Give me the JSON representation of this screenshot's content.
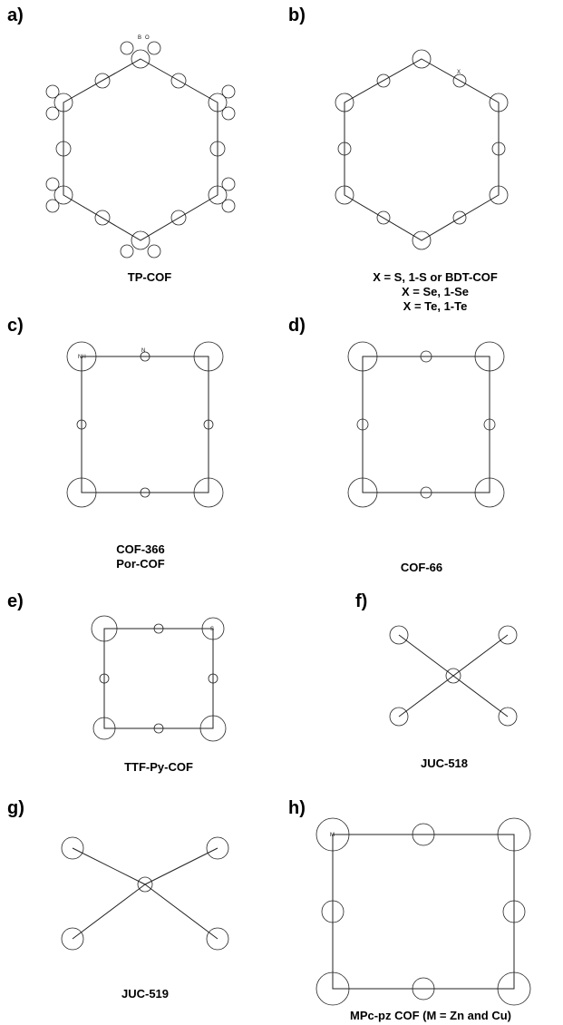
{
  "panels": [
    {
      "label": "a)",
      "caption": [
        "TP-COF"
      ]
    },
    {
      "label": "b)",
      "caption": [
        "X = S, 1-S or BDT-COF",
        "X = Se, 1-Se",
        "X = Te, 1-Te"
      ]
    },
    {
      "label": "c)",
      "caption": [
        "COF-366",
        "Por-COF"
      ]
    },
    {
      "label": "d)",
      "caption": [
        "COF-66"
      ]
    },
    {
      "label": "e)",
      "caption": [
        "TTF-Py-COF"
      ]
    },
    {
      "label": "f)",
      "caption": [
        "JUC-518"
      ]
    },
    {
      "label": "g)",
      "caption": [
        "JUC-519"
      ]
    },
    {
      "label": "h)",
      "caption": [
        "MPc-pz COF (M = Zn and Cu)"
      ]
    }
  ],
  "atoms": {
    "boron": "B",
    "oxygen": "O",
    "x": "X",
    "nitrogen": "N",
    "nh": "NH",
    "sulfur": "S",
    "metal": "M"
  }
}
